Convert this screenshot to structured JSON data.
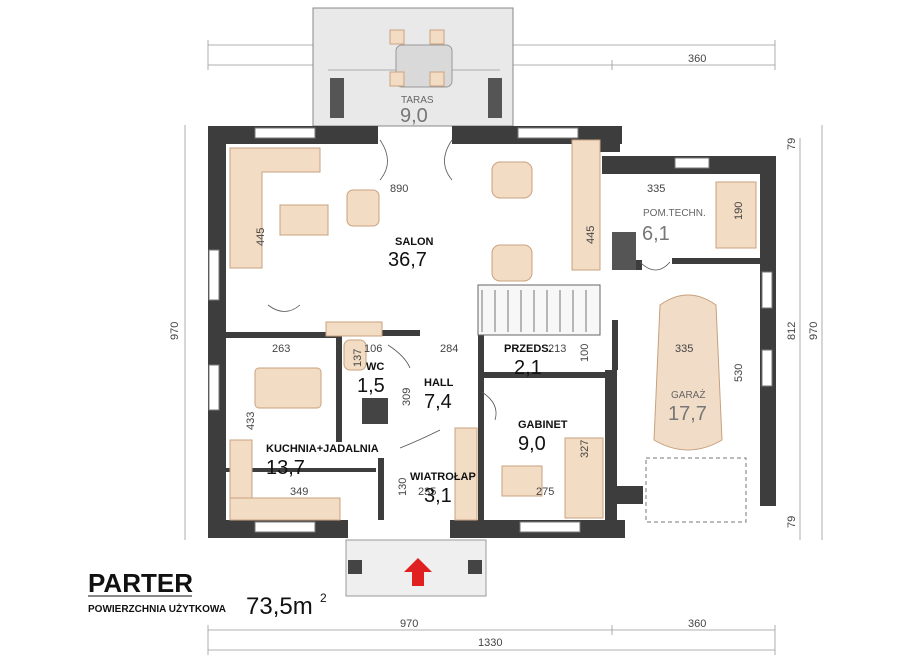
{
  "title": "PARTER",
  "subtitle": "POWIERZCHNIA UŻYTKOWA",
  "total_area": "73,5m",
  "total_area_sup": "2",
  "rooms": [
    {
      "name": "TARAS",
      "area": "9,0"
    },
    {
      "name": "SALON",
      "area": "36,7"
    },
    {
      "name": "POM.TECHN.",
      "area": "6,1"
    },
    {
      "name": "WC",
      "area": "1,5"
    },
    {
      "name": "HALL",
      "area": "7,4"
    },
    {
      "name": "PRZEDS.",
      "area": "2,1"
    },
    {
      "name": "GARAŻ",
      "area": "17,7"
    },
    {
      "name": "GABINET",
      "area": "9,0"
    },
    {
      "name": "KUCHNIA+JADALNIA",
      "area": "13,7"
    },
    {
      "name": "WIATROŁAP",
      "area": "3,1"
    }
  ],
  "dims": {
    "top_total": "1330",
    "top_left": "970",
    "top_right": "360",
    "bottom_left": "970",
    "bottom_total": "1330",
    "bottom_right": "360",
    "left_height": "970",
    "right_height": "970",
    "right_812": "812",
    "right_79_top": "79",
    "right_79_bottom": "79",
    "salon_width": "890",
    "salon_445_left": "445",
    "salon_445_right": "445",
    "tech_335": "335",
    "tech_190": "190",
    "garage_335": "335",
    "garage_530": "530",
    "d263": "263",
    "d106": "106",
    "d137": "137",
    "d284": "284",
    "d213": "213",
    "d100": "100",
    "d309": "309",
    "d433": "433",
    "d327": "327",
    "d349": "349",
    "d130": "130",
    "d235": "235",
    "d275": "275"
  }
}
